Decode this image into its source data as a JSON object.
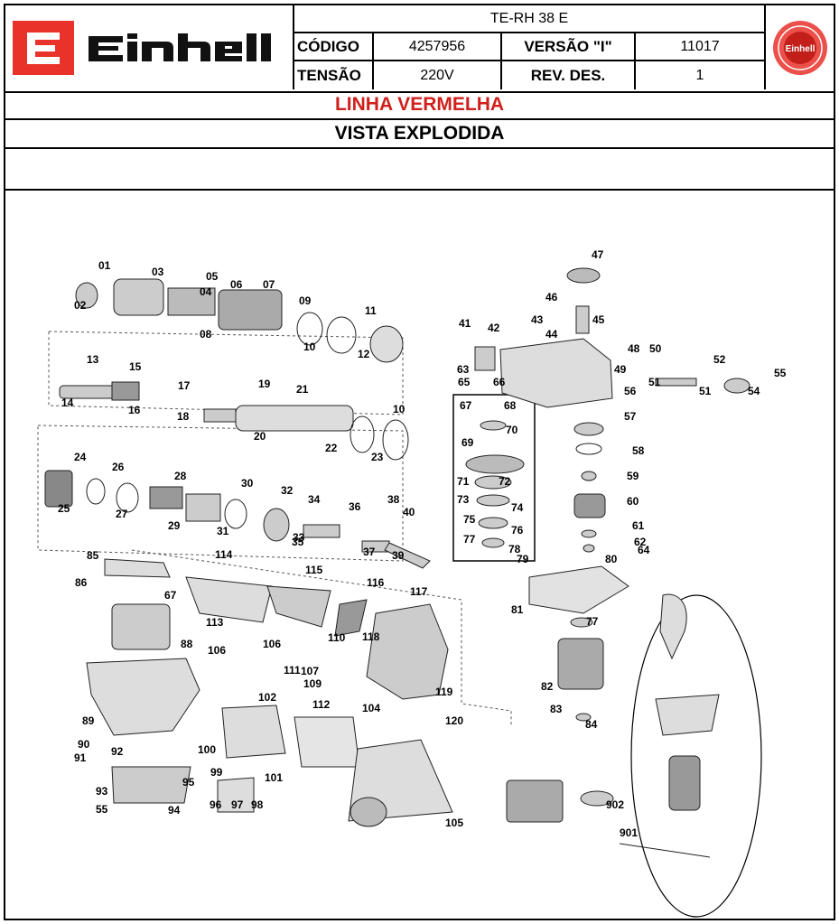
{
  "brand": {
    "logo_text": "Einhell",
    "seal_text": "Einhell",
    "brand_color": "#e8322a"
  },
  "header": {
    "model": "TE-RH 38 E",
    "codigo_label": "CÓDIGO",
    "codigo_value": "4257956",
    "versao_label": "VERSÃO \"I\"",
    "versao_value": "11017",
    "tensao_label": "TENSÃO",
    "tensao_value": "220V",
    "rev_label": "REV. DES.",
    "rev_value": "1"
  },
  "line_title": "LINHA VERMELHA",
  "view_title": "VISTA EXPLODIDA",
  "part_labels": [
    "01",
    "02",
    "03",
    "04",
    "05",
    "06",
    "07",
    "08",
    "09",
    "10",
    "11",
    "12",
    "13",
    "14",
    "15",
    "16",
    "17",
    "18",
    "19",
    "20",
    "21",
    "22",
    "23",
    "10",
    "24",
    "25",
    "26",
    "27",
    "28",
    "29",
    "30",
    "31",
    "32",
    "33",
    "34",
    "35",
    "36",
    "37",
    "38",
    "39",
    "40",
    "41",
    "42",
    "43",
    "44",
    "45",
    "46",
    "47",
    "48",
    "49",
    "50",
    "51",
    "52",
    "51",
    "54",
    "55",
    "56",
    "57",
    "58",
    "59",
    "60",
    "61",
    "62",
    "64",
    "63",
    "65",
    "66",
    "67",
    "68",
    "69",
    "70",
    "71",
    "72",
    "73",
    "74",
    "75",
    "76",
    "77",
    "78",
    "79",
    "80",
    "81",
    "77",
    "82",
    "83",
    "84",
    "85",
    "86",
    "67",
    "88",
    "89",
    "90",
    "91",
    "92",
    "93",
    "55",
    "94",
    "95",
    "96",
    "97",
    "98",
    "99",
    "100",
    "101",
    "102",
    "104",
    "105",
    "106",
    "106",
    "107",
    "109",
    "110",
    "111",
    "112",
    "113",
    "114",
    "115",
    "116",
    "117",
    "118",
    "119",
    "120",
    "901",
    "902"
  ]
}
